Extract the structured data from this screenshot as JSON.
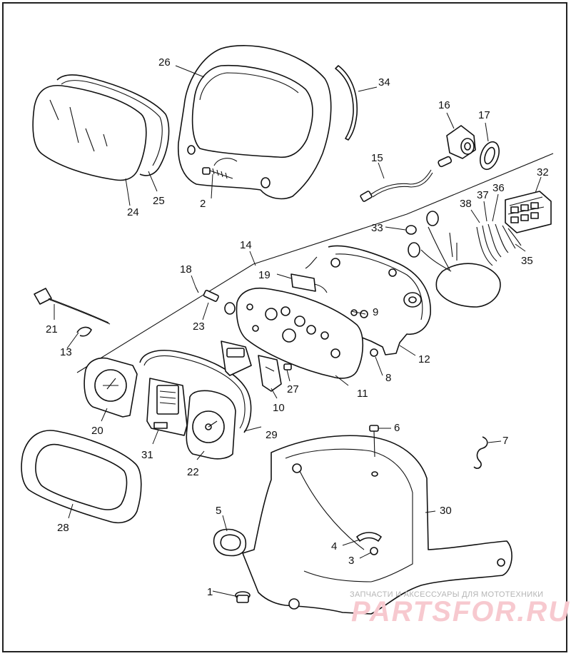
{
  "diagram": {
    "callouts": [
      {
        "id": "c1",
        "text": "1"
      },
      {
        "id": "c2",
        "text": "2"
      },
      {
        "id": "c3",
        "text": "3"
      },
      {
        "id": "c4",
        "text": "4"
      },
      {
        "id": "c5",
        "text": "5"
      },
      {
        "id": "c6",
        "text": "6"
      },
      {
        "id": "c7",
        "text": "7"
      },
      {
        "id": "c8",
        "text": "8"
      },
      {
        "id": "c9",
        "text": "9"
      },
      {
        "id": "c10",
        "text": "10"
      },
      {
        "id": "c11",
        "text": "11"
      },
      {
        "id": "c12",
        "text": "12"
      },
      {
        "id": "c13",
        "text": "13"
      },
      {
        "id": "c14",
        "text": "14"
      },
      {
        "id": "c15",
        "text": "15"
      },
      {
        "id": "c16",
        "text": "16"
      },
      {
        "id": "c17",
        "text": "17"
      },
      {
        "id": "c18",
        "text": "18"
      },
      {
        "id": "c19",
        "text": "19"
      },
      {
        "id": "c20",
        "text": "20"
      },
      {
        "id": "c21",
        "text": "21"
      },
      {
        "id": "c22",
        "text": "22"
      },
      {
        "id": "c23",
        "text": "23"
      },
      {
        "id": "c24",
        "text": "24"
      },
      {
        "id": "c25",
        "text": "25"
      },
      {
        "id": "c26",
        "text": "26"
      },
      {
        "id": "c27",
        "text": "27"
      },
      {
        "id": "c28",
        "text": "28"
      },
      {
        "id": "c29",
        "text": "29"
      },
      {
        "id": "c30",
        "text": "30"
      },
      {
        "id": "c31",
        "text": "31"
      },
      {
        "id": "c32",
        "text": "32"
      },
      {
        "id": "c33",
        "text": "33"
      },
      {
        "id": "c34",
        "text": "34"
      },
      {
        "id": "c35",
        "text": "35"
      },
      {
        "id": "c36",
        "text": "36"
      },
      {
        "id": "c37",
        "text": "37"
      },
      {
        "id": "c38",
        "text": "38"
      }
    ]
  },
  "watermark": {
    "tagline": "ЗАПЧАСТИ И АКСЕССУАРЫ ДЛЯ МОТОТЕХНИКИ",
    "brand": "PARTSFOR.RU"
  },
  "colors": {
    "line": "#111111",
    "watermark_brand": "#f7c9cf",
    "watermark_text": "#b5b5b5"
  }
}
